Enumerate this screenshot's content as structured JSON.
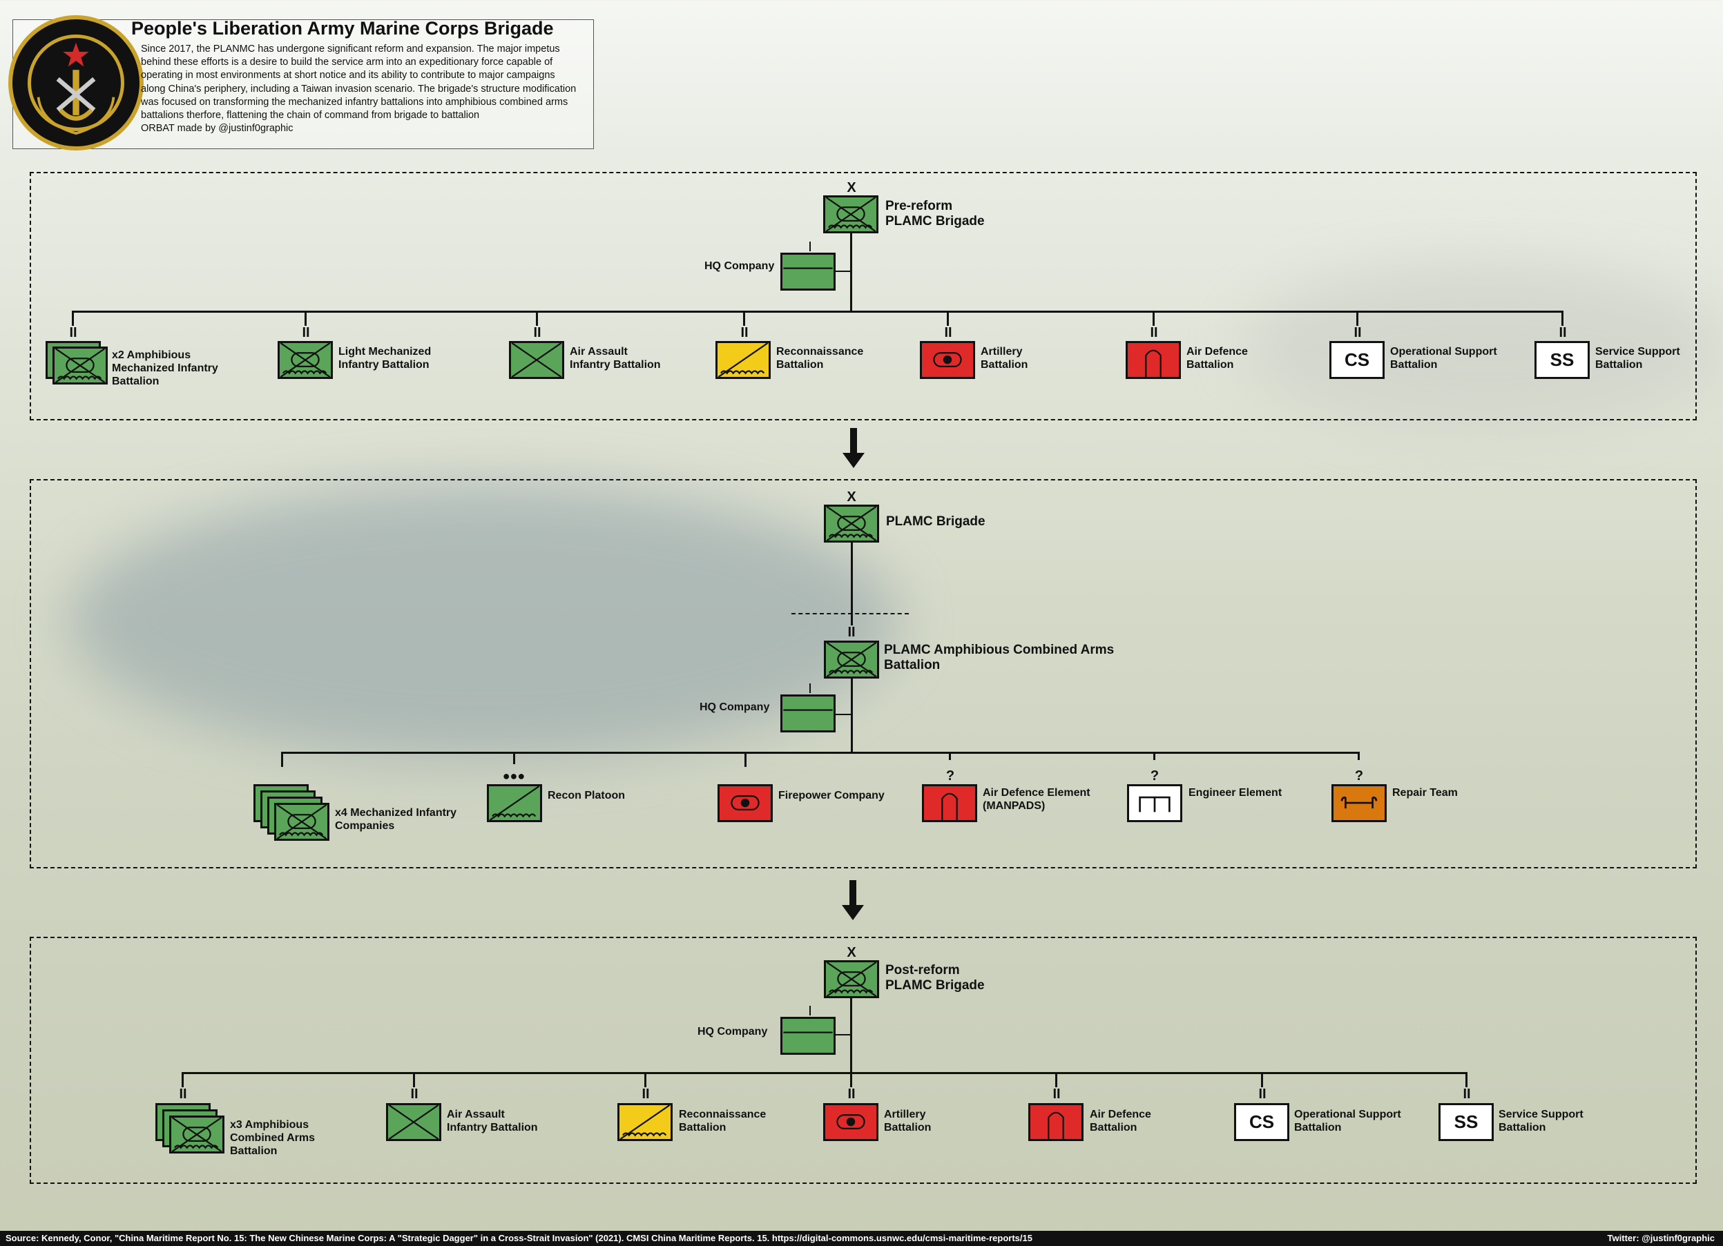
{
  "header": {
    "title": "People's Liberation Army Marine Corps Brigade",
    "description_lines": [
      "Since 2017, the PLANMC has undergone significant reform and expansion. The major impetus",
      "behind these efforts is a desire to build the service arm into an expeditionary force capable of",
      "operating in most environments at short notice and its ability to contribute to major campaigns",
      "along China's periphery, including a Taiwan invasion scenario. The brigade's structure modification",
      "was focused on transforming the mechanized infantry battalions into amphibious combined arms",
      "battalions therfore, flattening the chain of command from brigade to battalion",
      "ORBAT made by @justinf0graphic"
    ]
  },
  "echelons": {
    "brigade": "X",
    "battalion": "II",
    "platoon": "●●●",
    "unknown": "?"
  },
  "pre_reform": {
    "title_line1": "Pre-reform",
    "title_line2": "PLAMC Brigade",
    "hq": "HQ Company",
    "units": [
      {
        "line1": "x2 Amphibious",
        "line2": "Mechanized Infantry",
        "line3": "Battalion",
        "color": "#5aa55a"
      },
      {
        "line1": "Light Mechanized",
        "line2": "Infantry Battalion",
        "color": "#5aa55a"
      },
      {
        "line1": "Air Assault",
        "line2": "Infantry Battalion",
        "color": "#5aa55a"
      },
      {
        "line1": "Reconnaissance",
        "line2": "Battalion",
        "color": "#f2cc18"
      },
      {
        "line1": "Artillery",
        "line2": "Battalion",
        "color": "#e02a2a"
      },
      {
        "line1": "Air Defence",
        "line2": "Battalion",
        "color": "#e02a2a"
      },
      {
        "line1": "Operational Support",
        "line2": "Battalion",
        "code": "CS",
        "color": "#ffffff"
      },
      {
        "line1": "Service Support",
        "line2": "Battalion",
        "code": "SS",
        "color": "#ffffff"
      }
    ]
  },
  "transition": {
    "brigade": "PLAMC Brigade",
    "battalion_line1": "PLAMC Amphibious Combined Arms",
    "battalion_line2": "Battalion",
    "hq": "HQ Company",
    "units": [
      {
        "line1": "x4 Mechanized Infantry",
        "line2": "Companies",
        "color": "#5aa55a"
      },
      {
        "line1": "Recon Platoon",
        "color": "#5aa55a"
      },
      {
        "line1": "Firepower Company",
        "color": "#e02a2a"
      },
      {
        "line1": "Air Defence Element",
        "line2": "(MANPADS)",
        "color": "#e02a2a"
      },
      {
        "line1": "Engineer Element",
        "color": "#ffffff"
      },
      {
        "line1": "Repair Team",
        "color": "#d9780f"
      }
    ]
  },
  "post_reform": {
    "title_line1": "Post-reform",
    "title_line2": "PLAMC Brigade",
    "hq": "HQ Company",
    "units": [
      {
        "line1": "x3 Amphibious",
        "line2": "Combined Arms",
        "line3": "Battalion",
        "color": "#5aa55a"
      },
      {
        "line1": "Air Assault",
        "line2": "Infantry Battalion",
        "color": "#5aa55a"
      },
      {
        "line1": "Reconnaissance",
        "line2": "Battalion",
        "color": "#f2cc18"
      },
      {
        "line1": "Artillery",
        "line2": "Battalion",
        "color": "#e02a2a"
      },
      {
        "line1": "Air Defence",
        "line2": "Battalion",
        "color": "#e02a2a"
      },
      {
        "line1": "Operational Support",
        "line2": "Battalion",
        "code": "CS",
        "color": "#ffffff"
      },
      {
        "line1": "Service Support",
        "line2": "Battalion",
        "code": "SS",
        "color": "#ffffff"
      }
    ]
  },
  "footer": {
    "source": "Source: Kennedy, Conor, \"China Maritime Report No. 15: The New Chinese Marine Corps: A \"Strategic Dagger\" in a Cross-Strait Invasion\" (2021). CMSI China Maritime Reports. 15. https://digital-commons.usnwc.edu/cmsi-maritime-reports/15",
    "twitter": "Twitter: @justinf0graphic"
  }
}
